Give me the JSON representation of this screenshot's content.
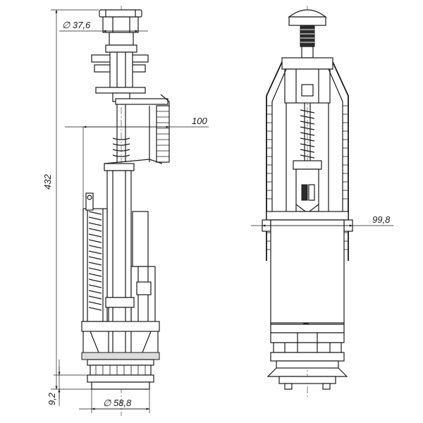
{
  "dimensions": {
    "height_total": "432",
    "cap_diameter": "∅ 37,6",
    "width_left": "100",
    "width_right": "99,8",
    "base_height": "9,2",
    "base_diameter": "∅ 58,8"
  }
}
